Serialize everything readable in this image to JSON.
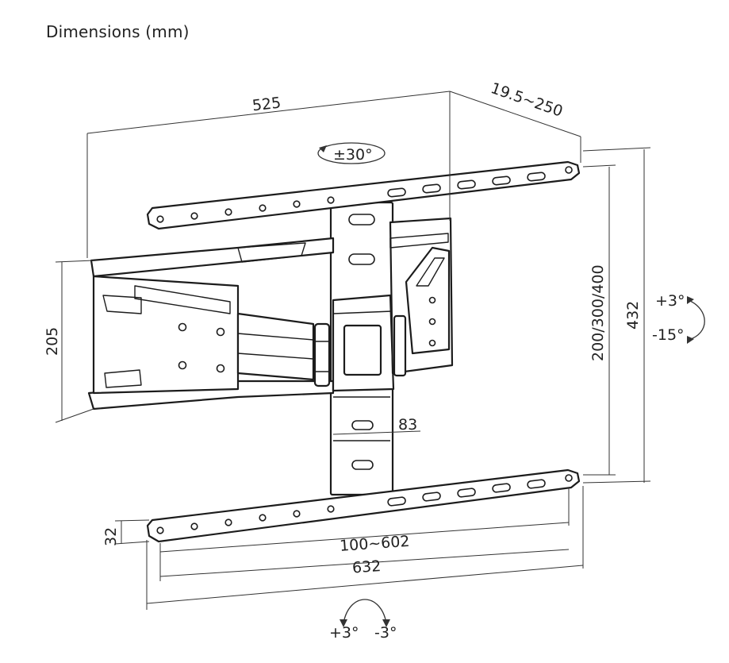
{
  "title": "Dimensions (mm)",
  "dimensions": {
    "overall_width": "525",
    "depth": "19.5~250",
    "swivel": "±30°",
    "arm_height": "205",
    "vesa_vertical": "200/300/400",
    "overall_height": "432",
    "tilt_up": "+3°",
    "tilt_down": "-15°",
    "plate_width": "83",
    "rail_height": "32",
    "vesa_horizontal": "100~602",
    "rail_width": "632",
    "level_left": "+3°",
    "level_right": "-3°"
  },
  "colors": {
    "line": "#1c1c1c",
    "background": "#ffffff"
  }
}
